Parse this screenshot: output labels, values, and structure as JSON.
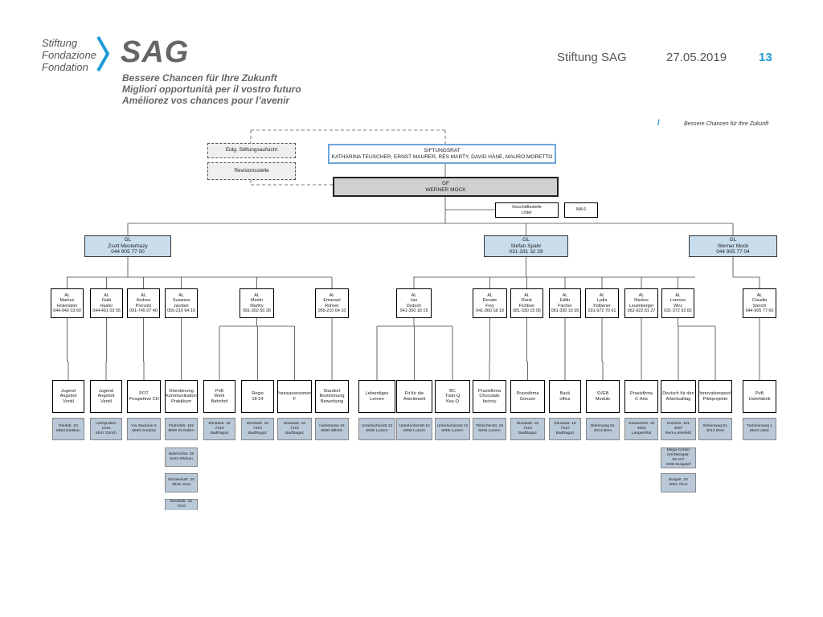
{
  "logo": {
    "lines": [
      "Stiftung",
      "Fondazione",
      "Fondation"
    ],
    "name": "SAG",
    "tagline": [
      "Bessere Chancen für Ihre Zukunft",
      "Migliori opportunità per il vostro futuro",
      "Améliorez vos chances pour l’avenir"
    ],
    "mini_tagline": "Bessere Chancen für Ihre Zukunft"
  },
  "header": {
    "org": "Stiftung SAG",
    "date": "27.05.2019",
    "page": "13"
  },
  "colors": {
    "accent": "#1e9bd7",
    "gl_fill": "#c9dcec",
    "loc_fill": "#b9c9d8",
    "gf_fill": "#d0d0d0"
  },
  "top": {
    "aufsicht": "Eidg. Stiftungsaufsicht",
    "revision": "Revisionsstelle",
    "council": [
      "SIFTUNGSRAT",
      "KATHARINA TEUSCHER, ERNST MAURER, RES MARTY, DAVID HÄNE, MAURO MORETTO"
    ],
    "gf": [
      "GF",
      "WERNER MOCK"
    ],
    "office": [
      "Geschäftsstelle",
      "Uster"
    ],
    "ma": "MA 6"
  },
  "gl": [
    [
      "GL",
      "Zsolt Mesterhazy",
      "044 905 77 00"
    ],
    [
      "GL",
      "Stefan Spahr",
      "031-331 32 29"
    ],
    [
      "GL",
      "Werner Mock",
      "044 905 77 04"
    ]
  ],
  "al": [
    [
      "AL",
      "Markus",
      "Holenstein",
      "044-940 03 60"
    ],
    [
      "AL",
      "Gabi",
      "Hasler",
      "044-491 03 55"
    ],
    [
      "AL",
      "Andrea",
      "Pronzini",
      "091-745 07 40"
    ],
    [
      "AL",
      "Susanna",
      "Jacober",
      "055-210 64 10"
    ],
    [
      "AL",
      "Martin",
      "Marthy",
      "081-302 60 28"
    ],
    [
      "AL",
      "Emanuel",
      "Rohner",
      "055-210 64 10"
    ],
    [
      "AL",
      "Jan",
      "Dyduch",
      "041-360 18 19"
    ],
    [
      "AL",
      "Renate",
      "Frey",
      "041-360 18 19"
    ],
    [
      "AL",
      "René",
      "Fichtner",
      "081-330 15 05"
    ],
    [
      "AL",
      "Edith",
      "Fischer",
      "081-330 15 05"
    ],
    [
      "AL",
      "Lydia",
      "Kölbener",
      "031-972 70 61"
    ],
    [
      "AL",
      "Markus",
      "Leuenberger",
      "062-922 81 27"
    ],
    [
      "AL",
      "Lorenzo",
      "Wirz",
      "031-372 92 82"
    ],
    [
      "AL",
      "Claudia",
      "Sterchi",
      "044-905 77 60"
    ]
  ],
  "units": [
    [
      "Jugend",
      "Angebot",
      "Ventil"
    ],
    [
      "Jugend",
      "Angebot",
      "Ventil"
    ],
    [
      "POT",
      "Prospettive CH"
    ],
    [
      "Orientierung",
      "Kommunikation",
      "Praktikum"
    ],
    [
      "PvB",
      "Werk",
      "Bahnhof"
    ],
    [
      "Regio",
      "18-24"
    ],
    [
      "Praxisassessment",
      "F"
    ],
    [
      "Standort",
      "Bestimmung",
      "Bewerbung"
    ],
    [
      "Lebendiges",
      "Lernen"
    ],
    [
      "Fit für die",
      "Arbeitswelt"
    ],
    [
      "BC",
      "Train-Q",
      "Key-Q"
    ],
    [
      "Praxisfirma",
      "Chocolate",
      "factory"
    ],
    [
      "Praxisfirma",
      "Gonzen"
    ],
    [
      "Back",
      "office"
    ],
    [
      "SVEB",
      "Module"
    ],
    [
      "Praxisfirma",
      "C-Arts"
    ],
    [
      "Deutsch für den",
      "Arbeitsalltag"
    ],
    [
      "Innovationspool",
      "Pilotprojekte"
    ],
    [
      "PvB",
      "Usterfabrik"
    ]
  ],
  "locations": [
    [
      "Riedstr. 10",
      "8953 Dietikon"
    ],
    [
      "Letzigraben",
      "134a",
      "8047 Zürich"
    ],
    [
      "Via Stazione 6",
      "6596 Gordola"
    ],
    [
      "Flurhofstr. 152",
      "9000 St.Gallen"
    ],
    [
      "Elestastr. 16",
      "7310",
      "BadRagaz"
    ],
    [
      "Elestastr. 16",
      "7310",
      "BadRagaz"
    ],
    [
      "Elestastr. 16",
      "7310",
      "BadRagaz"
    ],
    [
      "Hubstrasse 24",
      "9500 Wil/SG"
    ],
    [
      "Unterlachenstr.12",
      "6005 Luzern"
    ],
    [
      "Unterlachenstr.12",
      "6005 Luzern"
    ],
    [
      "Unterlachenstr.12",
      "6005 Luzern"
    ],
    [
      "Tribschenstr. 25",
      "6015 Luzern"
    ],
    [
      "Elestastr. 16",
      "7310",
      "BadRagaz"
    ],
    [
      "Elestastr. 16",
      "7310",
      "BadRagaz"
    ],
    [
      "Birkenweg 61",
      "3013 Bern"
    ],
    [
      "Gaswerkstr. 33",
      "4900",
      "Langenthal"
    ],
    [
      "Könizstr. 161",
      "3097",
      "Bern-Liebefeld"
    ],
    [
      "Birkenweg 61",
      "3013 Bern"
    ],
    [
      "Turbinenweg 1",
      "8610 Uster"
    ]
  ],
  "extra_locations": [
    [
      "Bahnhofstr. 26",
      "9443 Widnau"
    ],
    [
      "Eichweisstr. 20",
      "8645 Jona"
    ],
    [
      "Elestastr. 16",
      "7310"
    ],
    [
      "Mega-Center",
      "Kirchbergstr.",
      "99-107",
      "3402 Burgdorf"
    ],
    [
      "Burgstr. 20",
      "3601 Thun"
    ]
  ]
}
